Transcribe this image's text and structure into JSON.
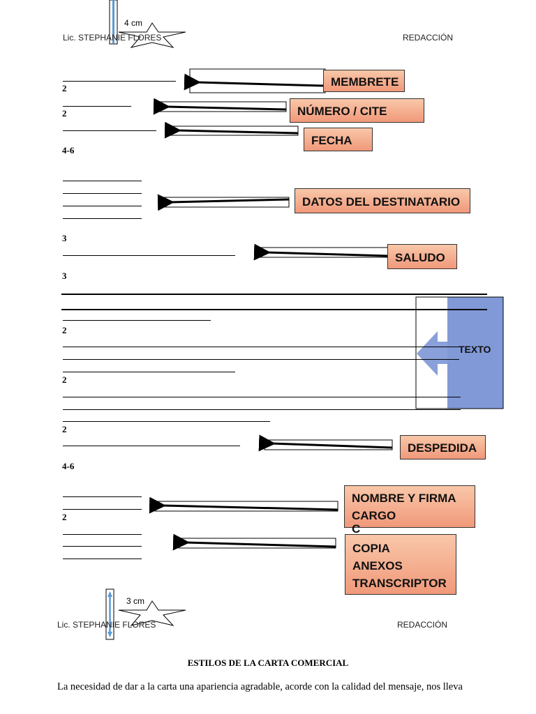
{
  "header": {
    "author": "Lic. STEPHANIE FLORES",
    "subject": "REDACCIÓN",
    "top_margin": "4 cm",
    "bottom_margin": "3 cm"
  },
  "spacing": {
    "s1": "2",
    "s2": "2",
    "s3": "4-6",
    "s4": "3",
    "s5": "3",
    "s6": "2",
    "s7": "2",
    "s8": "2",
    "s9": "4-6",
    "s10": "2"
  },
  "labels": {
    "membrete": "MEMBRETE",
    "numero": "NÚMERO / CITE",
    "fecha": "FECHA",
    "datos": "DATOS DEL DESTINATARIO",
    "saludo": "SALUDO",
    "texto": "TEXTO",
    "despedida": "DESPEDIDA",
    "nombre": [
      "NOMBRE Y FIRMA",
      "CARGO",
      "C"
    ],
    "copia": [
      "COPIA",
      "ANEXOS",
      "TRANSCRIPTOR"
    ]
  },
  "colors": {
    "label_box": "#f4a582",
    "texto_blue": "#7f96d6"
  },
  "footer": {
    "title": "ESTILOS DE LA CARTA COMERCIAL",
    "paragraph": "La necesidad de dar a la carta una apariencia agradable, acorde con la calidad del mensaje, nos lleva"
  }
}
